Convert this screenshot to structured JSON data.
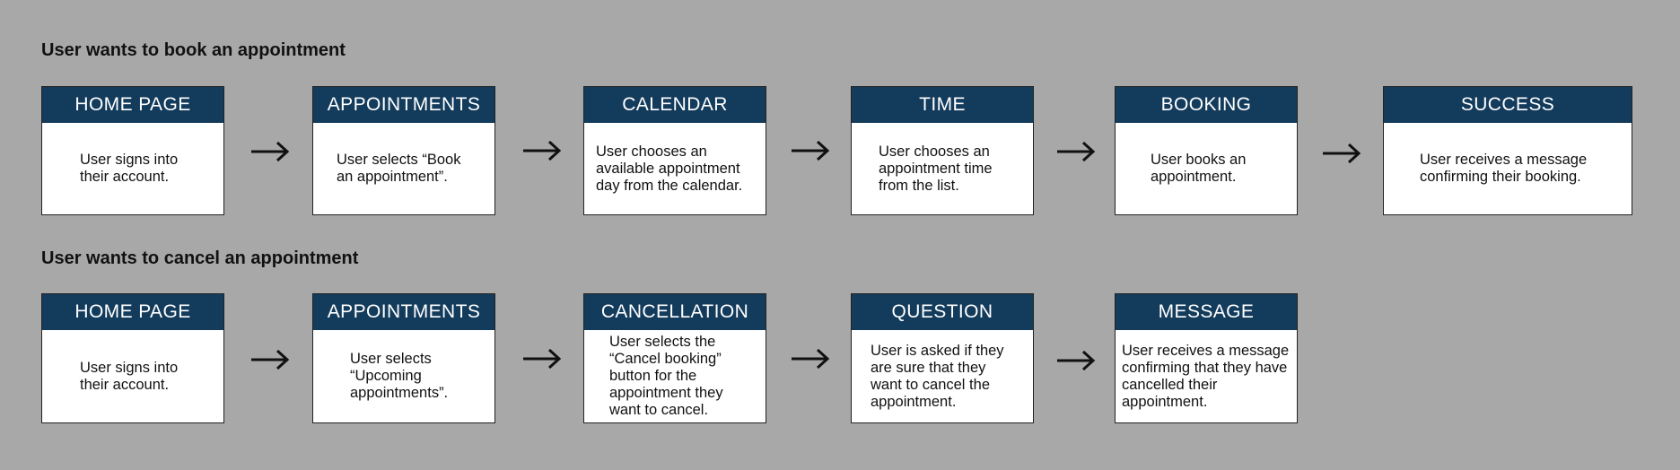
{
  "flows": [
    {
      "title": "User wants to book an appointment",
      "steps": [
        {
          "label": "HOME PAGE",
          "text": "User signs into their account."
        },
        {
          "label": "APPOINTMENTS",
          "text": "User selects “Book an appointment”."
        },
        {
          "label": "CALENDAR",
          "text": "User chooses an available appointment day from the calendar."
        },
        {
          "label": "TIME",
          "text": "User chooses an appointment time from the list."
        },
        {
          "label": "BOOKING",
          "text": "User books an appointment."
        },
        {
          "label": "SUCCESS",
          "text": "User receives a message confirming their booking."
        }
      ]
    },
    {
      "title": "User wants to cancel an appointment",
      "steps": [
        {
          "label": "HOME PAGE",
          "text": "User signs into their account."
        },
        {
          "label": "APPOINTMENTS",
          "text": "User selects “Upcoming appointments”."
        },
        {
          "label": "CANCELLATION",
          "text": "User selects the “Cancel booking” button for the appointment they want to cancel."
        },
        {
          "label": "QUESTION",
          "text": "User is asked if they are sure that they want to cancel the appointment."
        },
        {
          "label": "MESSAGE",
          "text": "User receives a message confirming that they have cancelled their appointment."
        }
      ]
    }
  ],
  "colors": {
    "background": "#a8a8a8",
    "header": "#133b5c",
    "card": "#ffffff",
    "text": "#111111"
  },
  "icons": {
    "connector": "arrow-right-icon"
  }
}
